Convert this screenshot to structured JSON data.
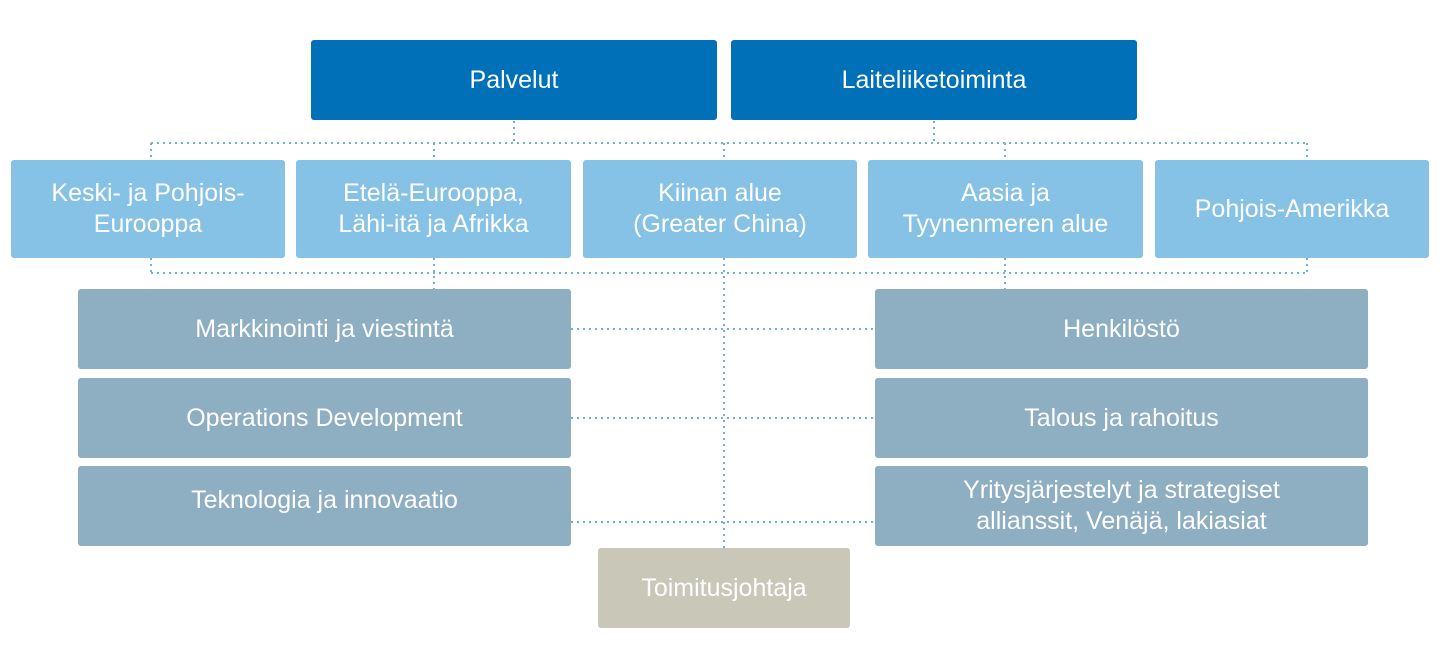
{
  "colors": {
    "division": "#0070b8",
    "region": "#86c1e6",
    "function": "#8eaec1",
    "ceo": "#c8c7b8",
    "connector": "#6fb1dc"
  },
  "divisions": [
    {
      "label": "Palvelut"
    },
    {
      "label": "Laiteliiketoiminta"
    }
  ],
  "regions": [
    {
      "label": "Keski- ja Pohjois-\nEurooppa"
    },
    {
      "label": "Etelä-Eurooppa,\nLähi-itä ja Afrikka"
    },
    {
      "label": "Kiinan alue\n(Greater China)"
    },
    {
      "label": "Aasia ja\nTyynenmeren alue"
    },
    {
      "label": "Pohjois-Amerikka"
    }
  ],
  "functions_left": [
    {
      "label": "Markkinointi ja viestintä"
    },
    {
      "label": "Operations Development"
    },
    {
      "label": "Teknologia ja innovaatio"
    }
  ],
  "functions_right": [
    {
      "label": "Henkilöstö"
    },
    {
      "label": "Talous ja rahoitus"
    },
    {
      "label": "Yritysjärjestelyt ja strategiset\nallianssit, Venäjä, lakiasiat"
    }
  ],
  "ceo": {
    "label": "Toimitusjohtaja"
  }
}
